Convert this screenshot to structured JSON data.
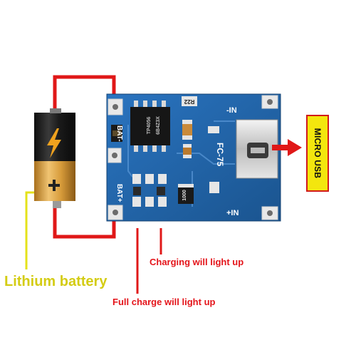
{
  "labels": {
    "battery": "Lithium battery",
    "charging_led": "Charging will light up",
    "full_led": "Full charge will light up",
    "usb": "MICRO USB"
  },
  "pcb": {
    "bat_minus": "BAT-",
    "bat_plus": "BAT+",
    "in_minus": "-IN",
    "in_plus": "+IN",
    "chip_line1": "TP4056",
    "chip_line2": "6B4Z3X",
    "fc": "FC-75",
    "r22": "R22",
    "res": "1000"
  },
  "colors": {
    "wire": "#e01818",
    "label_line": "#e4e21a",
    "pcb": "#1d5fa8",
    "battery_top": "#1b1b1b",
    "battery_bottom": "#d7a03a"
  }
}
